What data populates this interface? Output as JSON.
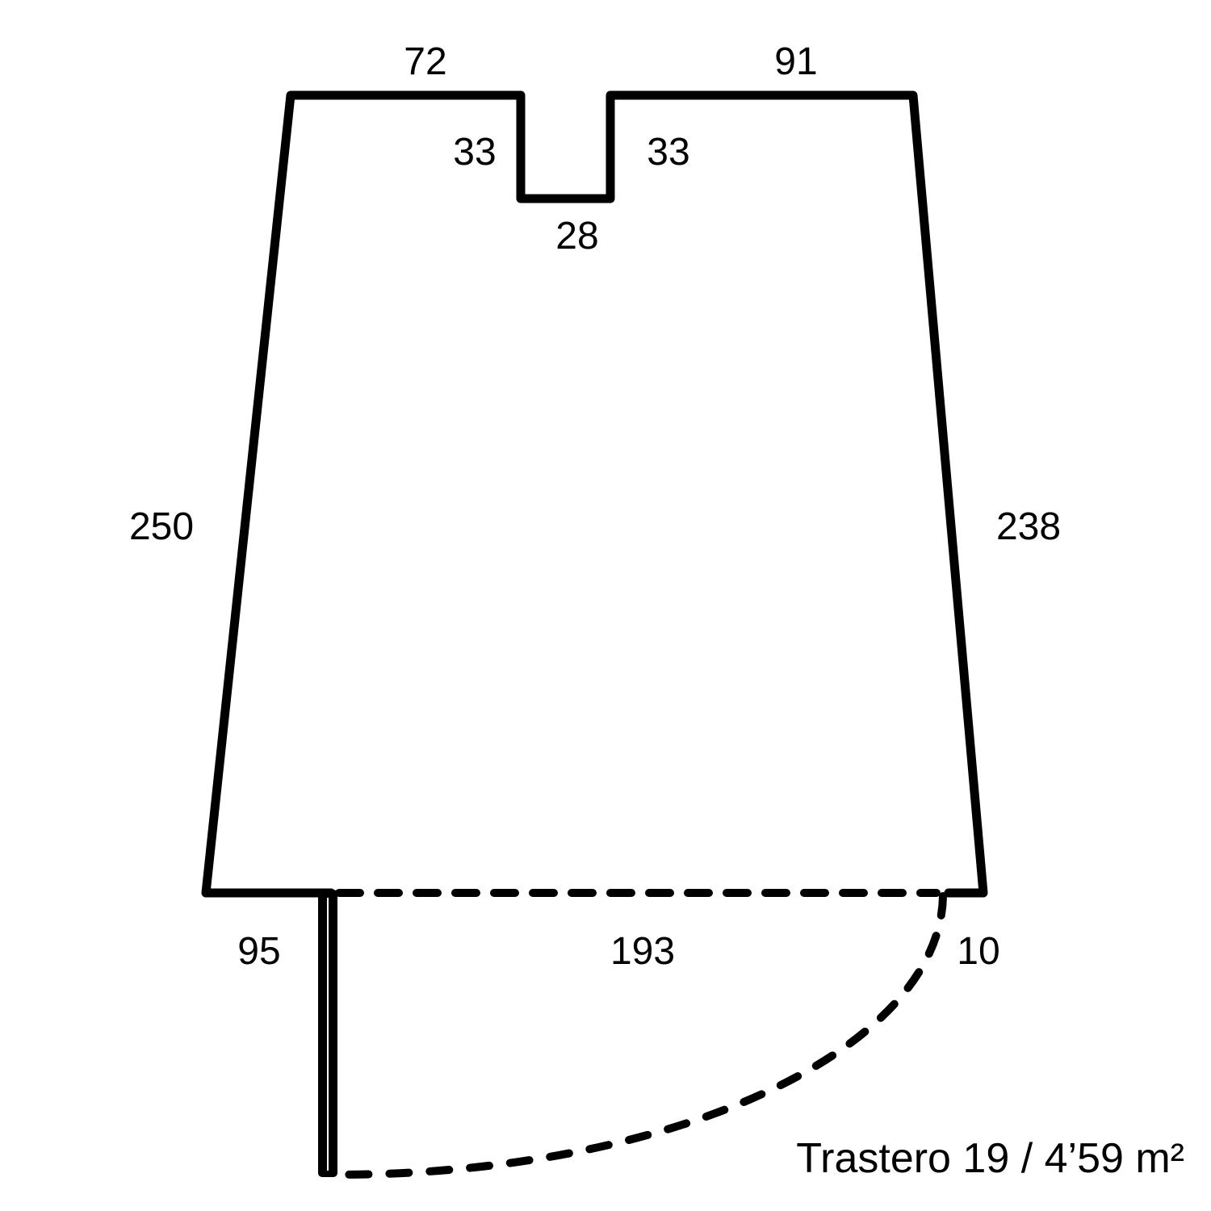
{
  "plan": {
    "title": "Trastero 19 / 4’59 m²",
    "dimensions": {
      "top_left": "72",
      "top_right": "91",
      "notch_left": "33",
      "notch_right": "33",
      "notch_bottom": "28",
      "left": "250",
      "right": "238",
      "bottom_left": "95",
      "door_opening": "193",
      "bottom_right": "10"
    },
    "colors": {
      "wall": "#000000",
      "background": "#ffffff"
    }
  }
}
